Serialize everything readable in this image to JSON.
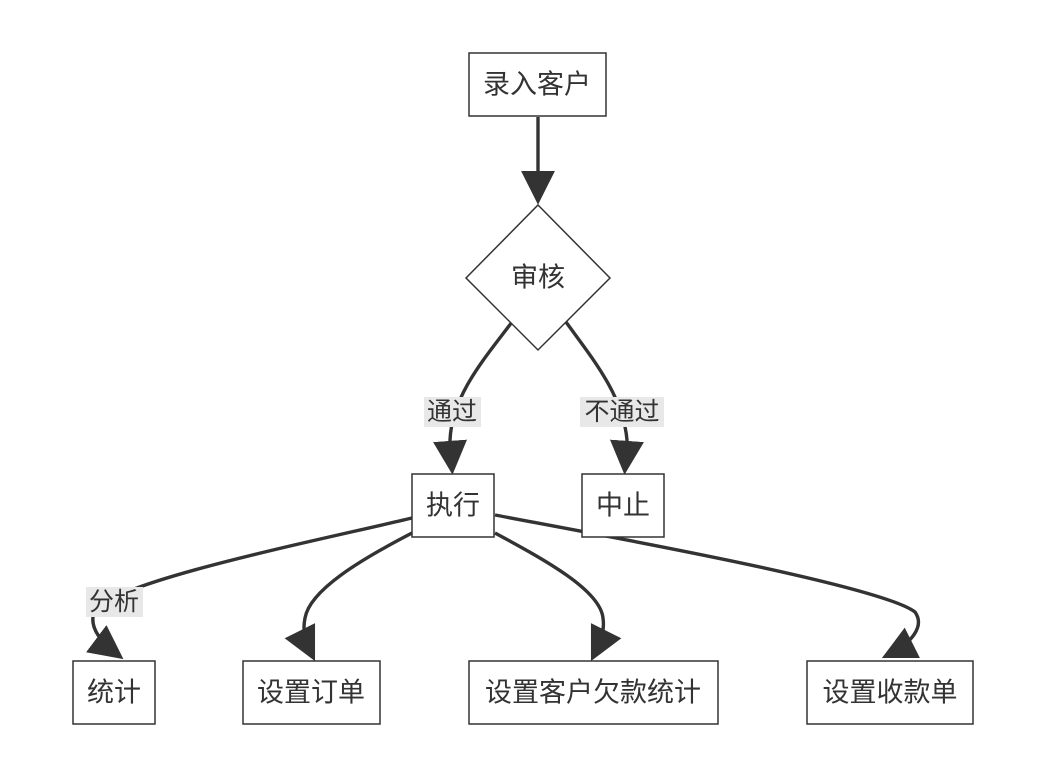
{
  "nodes": {
    "entry": "录入客户",
    "review": "审核",
    "execute": "执行",
    "stop": "中止",
    "stats": "统计",
    "set_order": "设置订单",
    "set_debt_stats": "设置客户欠款统计",
    "set_receipt": "设置收款单"
  },
  "edge_labels": {
    "pass": "通过",
    "fail": "不通过",
    "analyze": "分析"
  },
  "colors": {
    "stroke": "#333333",
    "label_background": "#e8e8e8",
    "node_fill": "#ffffff"
  }
}
